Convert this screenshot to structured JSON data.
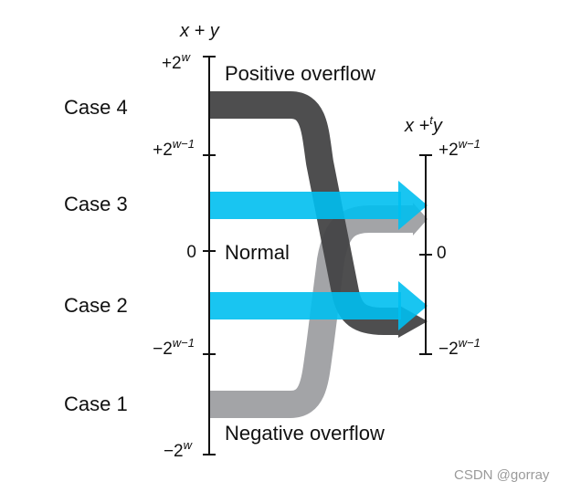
{
  "left_axis": {
    "title": "x + y",
    "ticks": [
      {
        "base": "+2",
        "exp": "w"
      },
      {
        "base": "+2",
        "exp": "w−1"
      },
      {
        "base": "0",
        "exp": ""
      },
      {
        "base": "−2",
        "exp": "w−1"
      },
      {
        "base": "−2",
        "exp": "w"
      }
    ]
  },
  "right_axis": {
    "title_prefix": "x +",
    "title_sup": "t",
    "title_suffix": "y",
    "ticks": [
      {
        "base": "+2",
        "exp": "w−1"
      },
      {
        "base": "0",
        "exp": ""
      },
      {
        "base": "−2",
        "exp": "w−1"
      }
    ]
  },
  "cases": [
    "Case 4",
    "Case 3",
    "Case 2",
    "Case 1"
  ],
  "regions": {
    "positive": "Positive overflow",
    "normal": "Normal",
    "negative": "Negative overflow"
  },
  "colors": {
    "dark": "#444446",
    "light": "#a3a4a7",
    "blue": "#00bff0",
    "axis": "#111111"
  },
  "watermark": "CSDN @gorray"
}
